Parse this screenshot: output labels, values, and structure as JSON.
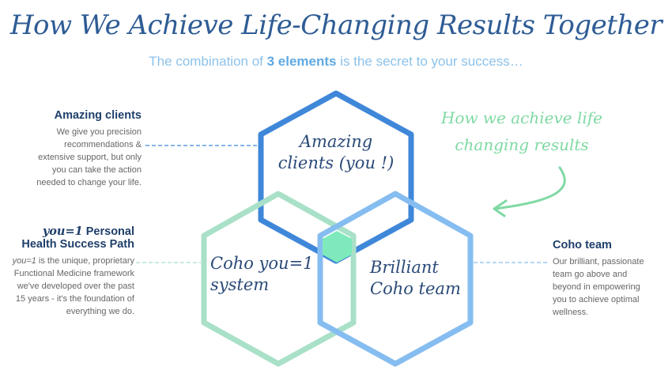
{
  "title": "How We Achieve Life-Changing Results Together",
  "subtitle": {
    "pre": "The combination of ",
    "bold": "3 elements",
    "post": " is the secret to your success…"
  },
  "left_top": {
    "heading": "Amazing clients",
    "body": [
      "We give you precision",
      "recommendations &",
      "extensive support, but only",
      "you can take the action",
      "needed to change your life."
    ]
  },
  "left_bottom": {
    "heading_brand": "you=1",
    "heading_rest": " Personal",
    "heading_line2": "Health Success Path",
    "body_brand": "you=1",
    "body": [
      " is the unique, proprietary",
      "Functional Medicine framework",
      "we've developed over the past",
      "15 years - it's the foundation of",
      "everything we do."
    ]
  },
  "right": {
    "heading": "Coho team",
    "body": [
      "Our brilliant, passionate",
      "team go above and",
      "beyond in empowering",
      "you to achieve optimal",
      "wellness."
    ]
  },
  "hexagons": {
    "top": {
      "lines": [
        "Amazing",
        "clients (you !)"
      ],
      "color": "#3f87d9"
    },
    "left": {
      "lines": [
        "Coho you=1",
        "system"
      ],
      "color": "#a9e0c8"
    },
    "right": {
      "lines": [
        "Brilliant",
        "Coho team"
      ],
      "color": "#86bdf0"
    },
    "center_color": "#7eeabb"
  },
  "annotation": {
    "lines": [
      "How we achieve life",
      "changing results"
    ]
  }
}
